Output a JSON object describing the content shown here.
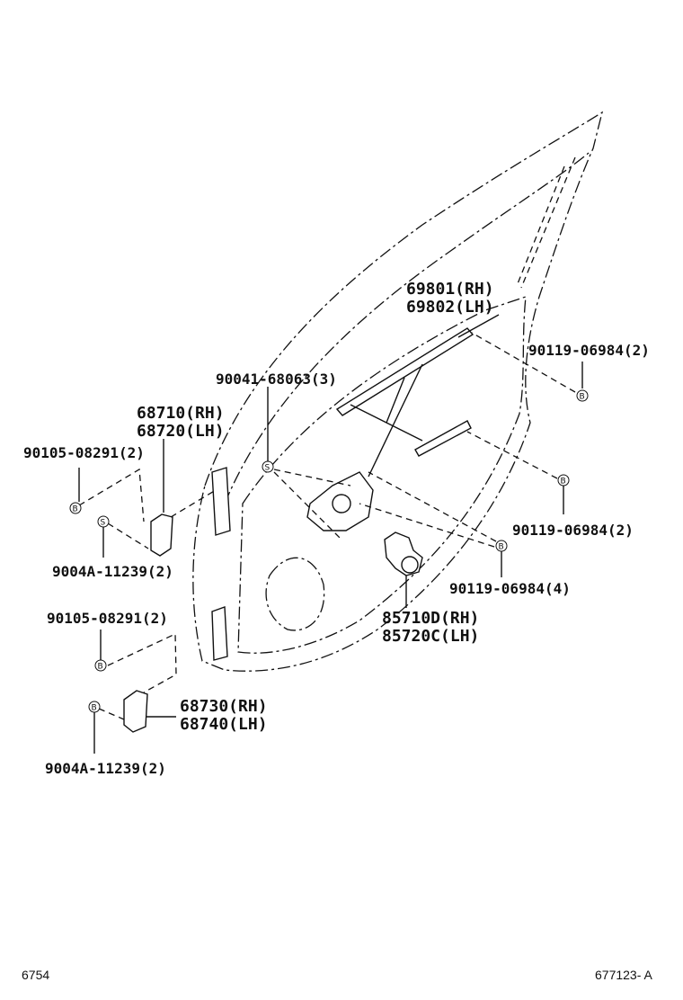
{
  "labels": {
    "regulator_rh": "69801(RH)",
    "regulator_lh": "69802(LH)",
    "bolt_top_right": "90119-06984(2)",
    "screw_center": "90041-68063(3)",
    "hinge_upper_rh": "68710(RH)",
    "hinge_upper_lh": "68720(LH)",
    "bolt_upper_left": "90105-08291(2)",
    "bolt_mid_right": "90119-06984(2)",
    "bolt_left_mid": "9004A-11239(2)",
    "bolt_lower_right": "90119-06984(4)",
    "bolt_lower_left": "90105-08291(2)",
    "motor_rh": "85710D(RH)",
    "motor_lh": "85720C(LH)",
    "hinge_lower_rh": "68730(RH)",
    "hinge_lower_lh": "68740(LH)",
    "bolt_bottom_left": "9004A-11239(2)"
  },
  "bolt_marks": {
    "b": "B",
    "s": "S"
  },
  "footer": {
    "left_code": "6754",
    "right_code": "677123- A"
  }
}
